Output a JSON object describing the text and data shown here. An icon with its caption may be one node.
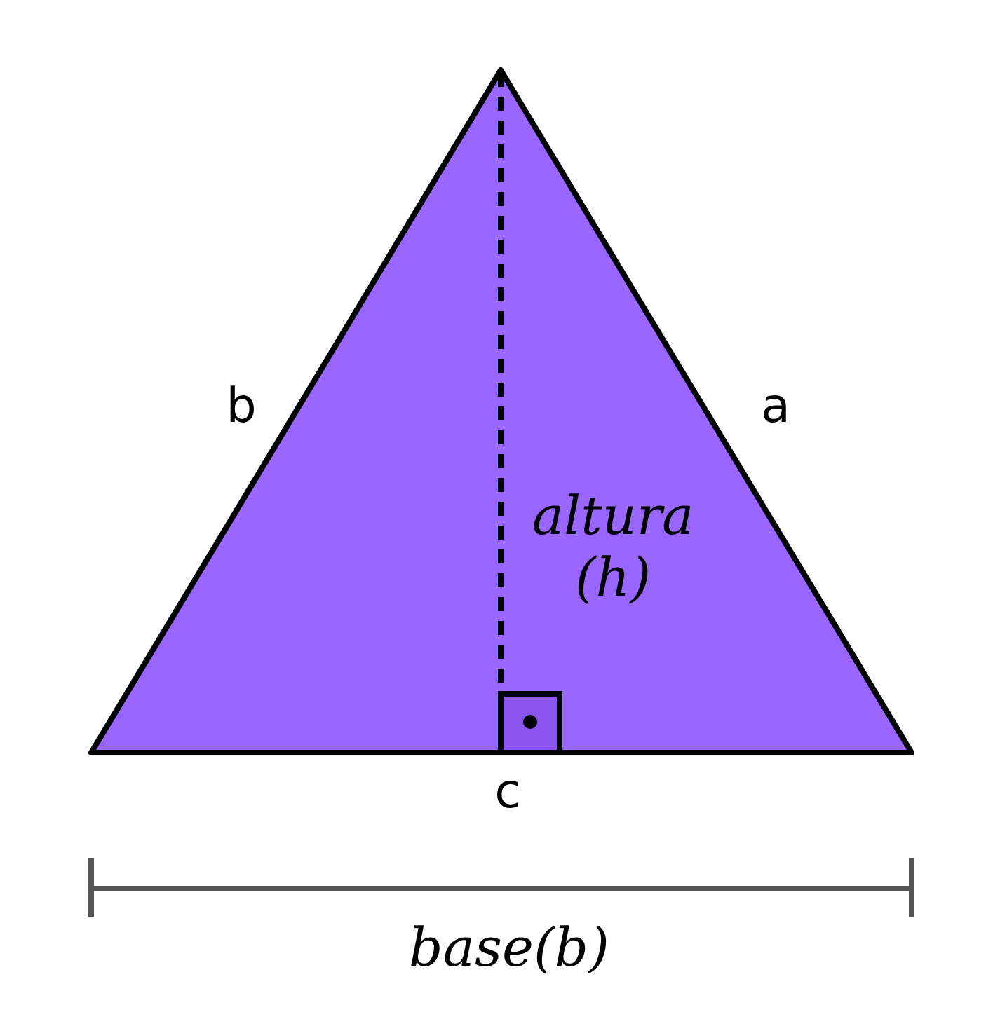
{
  "diagram": {
    "labels": [
      "b",
      "a",
      "altura (h)",
      "c",
      "base(b)"
    ]
  }
}
